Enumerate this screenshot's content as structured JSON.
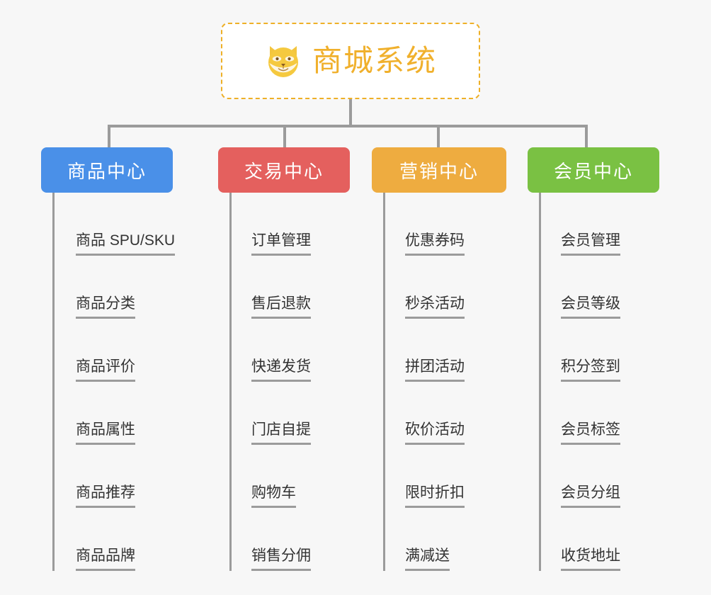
{
  "root": {
    "title": "商城系统",
    "icon": "dog-face-icon",
    "border_color": "#eeb028",
    "text_color": "#f0b02c"
  },
  "canvas": {
    "background": "#f7f7f7",
    "connector_color": "#9b9b9b"
  },
  "columns": [
    {
      "header": "商品中心",
      "color": "#4a90e8",
      "leaves": [
        "商品 SPU/SKU",
        "商品分类",
        "商品评价",
        "商品属性",
        "商品推荐",
        "商品品牌"
      ]
    },
    {
      "header": "交易中心",
      "color": "#e4605e",
      "leaves": [
        "订单管理",
        "售后退款",
        "快递发货",
        "门店自提",
        "购物车",
        "销售分佣"
      ]
    },
    {
      "header": "营销中心",
      "color": "#eeac40",
      "leaves": [
        "优惠券码",
        "秒杀活动",
        "拼团活动",
        "砍价活动",
        "限时折扣",
        "满减送"
      ]
    },
    {
      "header": "会员中心",
      "color": "#7ac143",
      "leaves": [
        "会员管理",
        "会员等级",
        "积分签到",
        "会员标签",
        "会员分组",
        "收货地址"
      ]
    }
  ]
}
